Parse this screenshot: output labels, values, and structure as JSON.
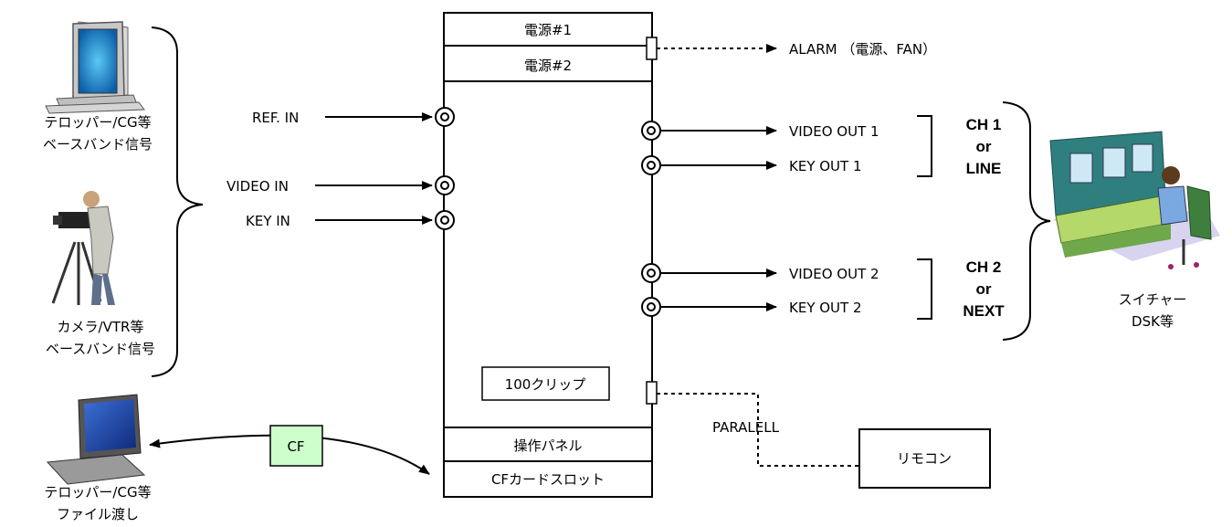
{
  "device": {
    "power1": "電源#1",
    "power2": "電源#2",
    "clip": "100クリップ",
    "panel": "操作パネル",
    "cf_slot": "CFカードスロット"
  },
  "inputs": {
    "ref_in": "REF. IN",
    "video_in": "VIDEO IN",
    "key_in": "KEY IN"
  },
  "outputs": {
    "alarm": "ALARM （電源、FAN）",
    "video_out_1": "VIDEO OUT 1",
    "key_out_1": "KEY OUT 1",
    "video_out_2": "VIDEO OUT 2",
    "key_out_2": "KEY OUT 2",
    "paralell": "PARALELL",
    "remote": "リモコン"
  },
  "channels": {
    "ch1": [
      "CH 1",
      "or",
      "LINE"
    ],
    "ch2": [
      "CH 2",
      "or",
      "NEXT"
    ]
  },
  "sources": {
    "telop_cg": [
      "テロッパー/CG等",
      "ベースバンド信号"
    ],
    "camera_vtr": [
      "カメラ/VTR等",
      "ベースバンド信号"
    ],
    "file": [
      "テロッパー/CG等",
      "ファイル渡し"
    ],
    "switcher": [
      "スイチャー",
      "DSK等"
    ]
  },
  "cf_badge": "CF",
  "colors": {
    "line": "#000000",
    "cf_fill": "#ccffcc",
    "monitor_screen": "#1e88c8",
    "laptop_screen": "#1a3fa0"
  }
}
